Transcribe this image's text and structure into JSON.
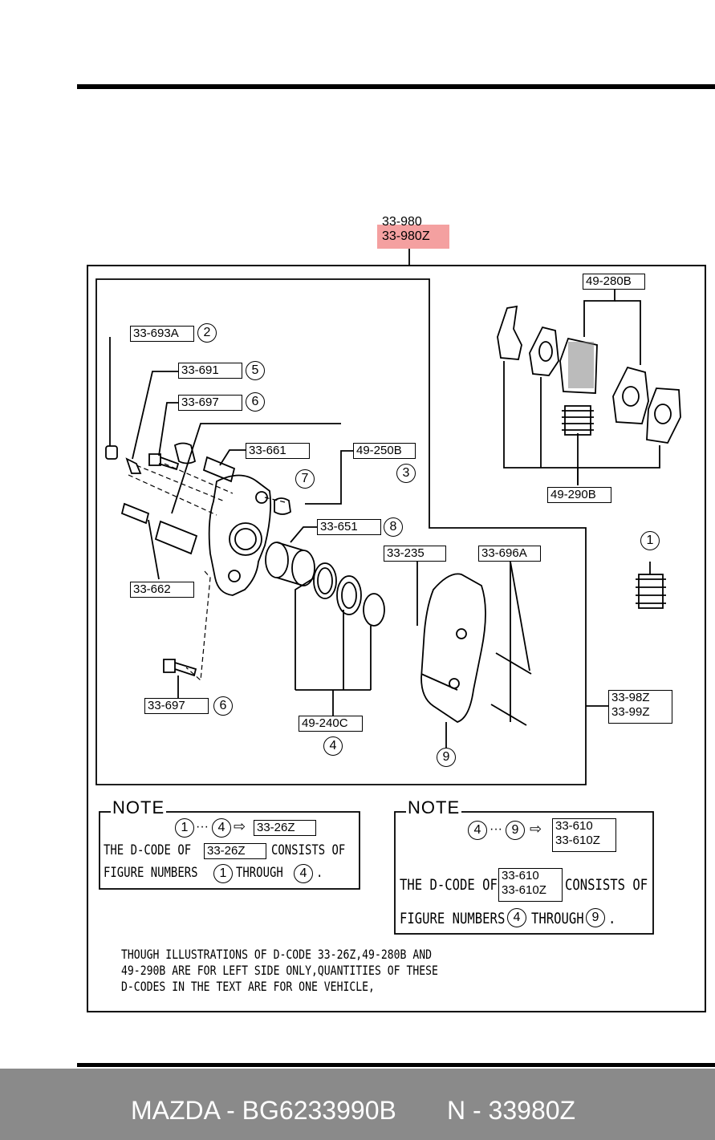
{
  "main_code": {
    "line1": "33-980",
    "line2": "33-980Z",
    "highlight": "#f08080"
  },
  "callouts": {
    "c_33_693a": "33-693A",
    "c_33_691": "33-691",
    "c_33_697_top": "33-697",
    "c_33_661": "33-661",
    "c_49_250b": "49-250B",
    "c_33_651": "33-651",
    "c_33_662": "33-662",
    "c_33_697_bot": "33-697",
    "c_49_240c": "49-240C",
    "c_33_235": "33-235",
    "c_33_696a": "33-696A",
    "c_49_280b": "49-280B",
    "c_49_290b": "49-290B",
    "c_33_98z": "33-98Z",
    "c_33_99z": "33-99Z"
  },
  "circled": {
    "n1": "1",
    "n2": "2",
    "n3": "3",
    "n4": "4",
    "n5": "5",
    "n6": "6",
    "n7": "7",
    "n8": "8",
    "n9": "9"
  },
  "note_left": {
    "title": "NOTE",
    "range_from": "1",
    "range_dots": "···",
    "range_to": "4",
    "arrow": "⇨",
    "code": "33-26Z",
    "line1_a": "THE D-CODE OF",
    "line1_code": "33-26Z",
    "line1_b": "CONSISTS OF",
    "line2_a": "FIGURE NUMBERS",
    "line2_from": "1",
    "line2_b": "THROUGH",
    "line2_to": "4",
    "line2_end": "."
  },
  "note_right": {
    "title": "NOTE",
    "range_from": "4",
    "range_dots": "···",
    "range_to": "9",
    "arrow": "⇨",
    "code1": "33-610",
    "code2": "33-610Z",
    "line1_a": "THE D-CODE OF",
    "line1_code1": "33-610",
    "line1_code2": "33-610Z",
    "line1_b": "CONSISTS OF",
    "line2_a": "FIGURE NUMBERS",
    "line2_from": "4",
    "line2_b": "THROUGH",
    "line2_to": "9",
    "line2_end": "."
  },
  "bottom_note": {
    "line1": "THOUGH ILLUSTRATIONS OF D-CODE 33-26Z,49-280B AND",
    "line2": "49-290B ARE FOR LEFT SIDE ONLY,QUANTITIES OF THESE",
    "line3": "D-CODES IN THE TEXT ARE FOR ONE VEHICLE,"
  },
  "footer": {
    "brand_part": "MAZDA - BG6233990B",
    "number": "N - 33980Z",
    "background": "#8a8a8a"
  }
}
